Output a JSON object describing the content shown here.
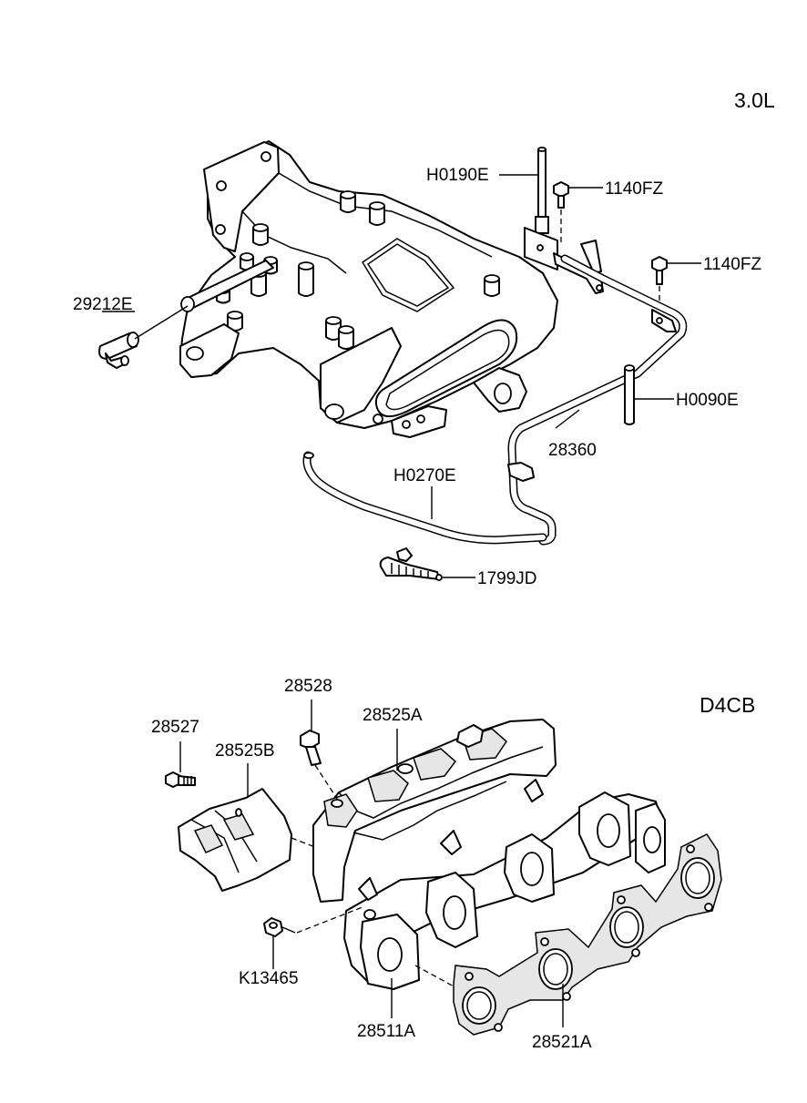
{
  "engines": {
    "top": "3.0L",
    "bottom": "D4CB"
  },
  "labels": {
    "h0190e": "H0190E",
    "p1140fz_a": "1140FZ",
    "p1140fz_b": "1140FZ",
    "p29212e": "29212E",
    "h0090e": "H0090E",
    "p28360": "28360",
    "h0270e": "H0270E",
    "p1799jd": "1799JD",
    "p28528": "28528",
    "p28525a": "28525A",
    "p28527": "28527",
    "p28525b": "28525B",
    "k13465": "K13465",
    "p28511a": "28511A",
    "p28521a": "28521A"
  }
}
